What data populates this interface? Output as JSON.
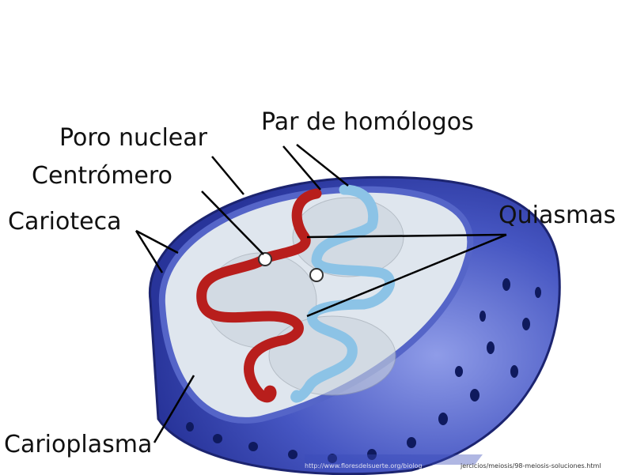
{
  "labels": {
    "poro_nuclear": "Poro nuclear",
    "par_homologos": "Par de homólogos",
    "centromero": "Centrómero",
    "carioteca": "Carioteca",
    "quiasmas": "Quiasmas",
    "carioplasma": "Carioplasma"
  },
  "source": {
    "url_left": "http://www.floresdelsuerte.org/biolog",
    "url_right": "jercicios/meiosis/98-meiosis-soluciones.html"
  },
  "colors": {
    "envelope": "#4a5cc4",
    "nucleoplasm": "#dfe6ee",
    "chromatid_red": "#c8201e",
    "chromatid_blue": "#8cc3e6"
  }
}
